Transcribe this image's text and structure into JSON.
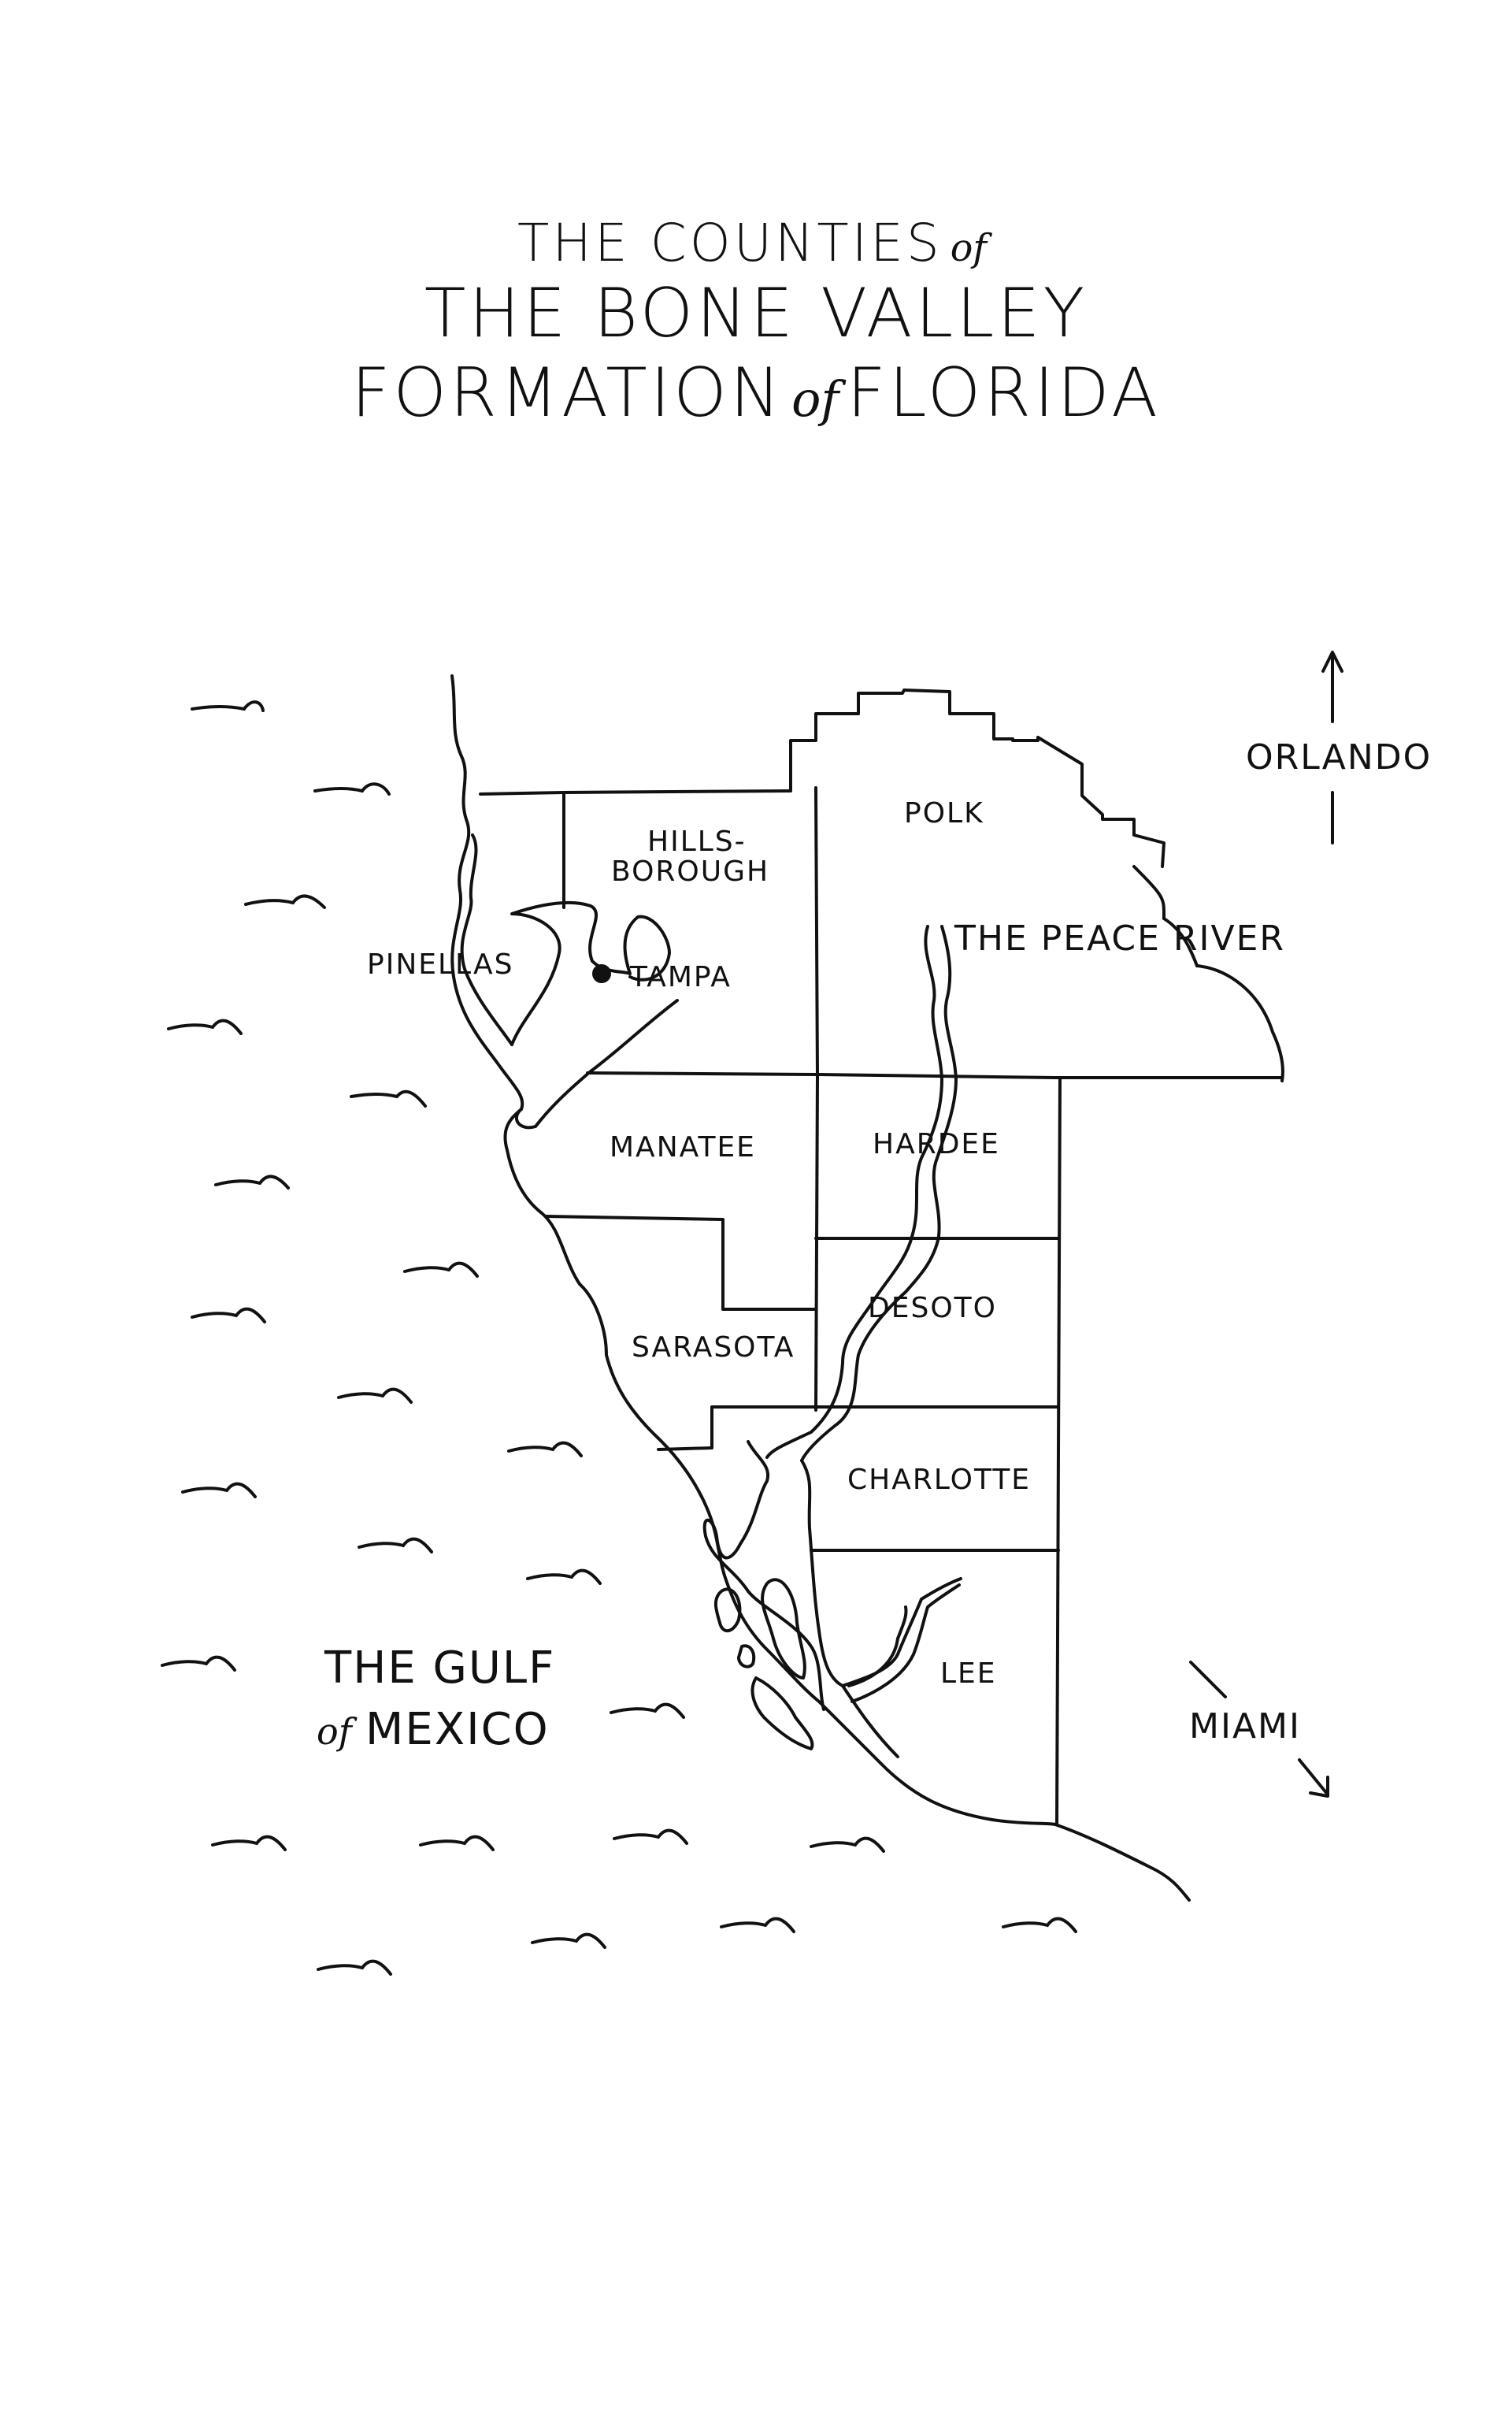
{
  "title": {
    "line1_main": "THE COUNTIES",
    "line1_script": "of",
    "line2": "THE BONE VALLEY",
    "line3_main": "FORMATION",
    "line3_script": "of",
    "line3_end": "FLORIDA"
  },
  "counties": {
    "pinellas": "PINELLAS",
    "hillsborough_1": "HILLS-",
    "hillsborough_2": "BOROUGH",
    "polk": "POLK",
    "manatee": "MANATEE",
    "hardee": "HARDEE",
    "sarasota": "SARASOTA",
    "desoto": "DESOTO",
    "charlotte": "CHARLOTTE",
    "lee": "LEE"
  },
  "places": {
    "tampa": "TAMPA",
    "peace_river": "THE PEACE RIVER",
    "orlando": "ORLANDO",
    "miami": "MIAMI",
    "gulf_main": "THE GULF",
    "gulf_script": "of",
    "gulf_end": "MEXICO"
  },
  "colors": {
    "ink": "#111111",
    "paper": "#ffffff"
  }
}
